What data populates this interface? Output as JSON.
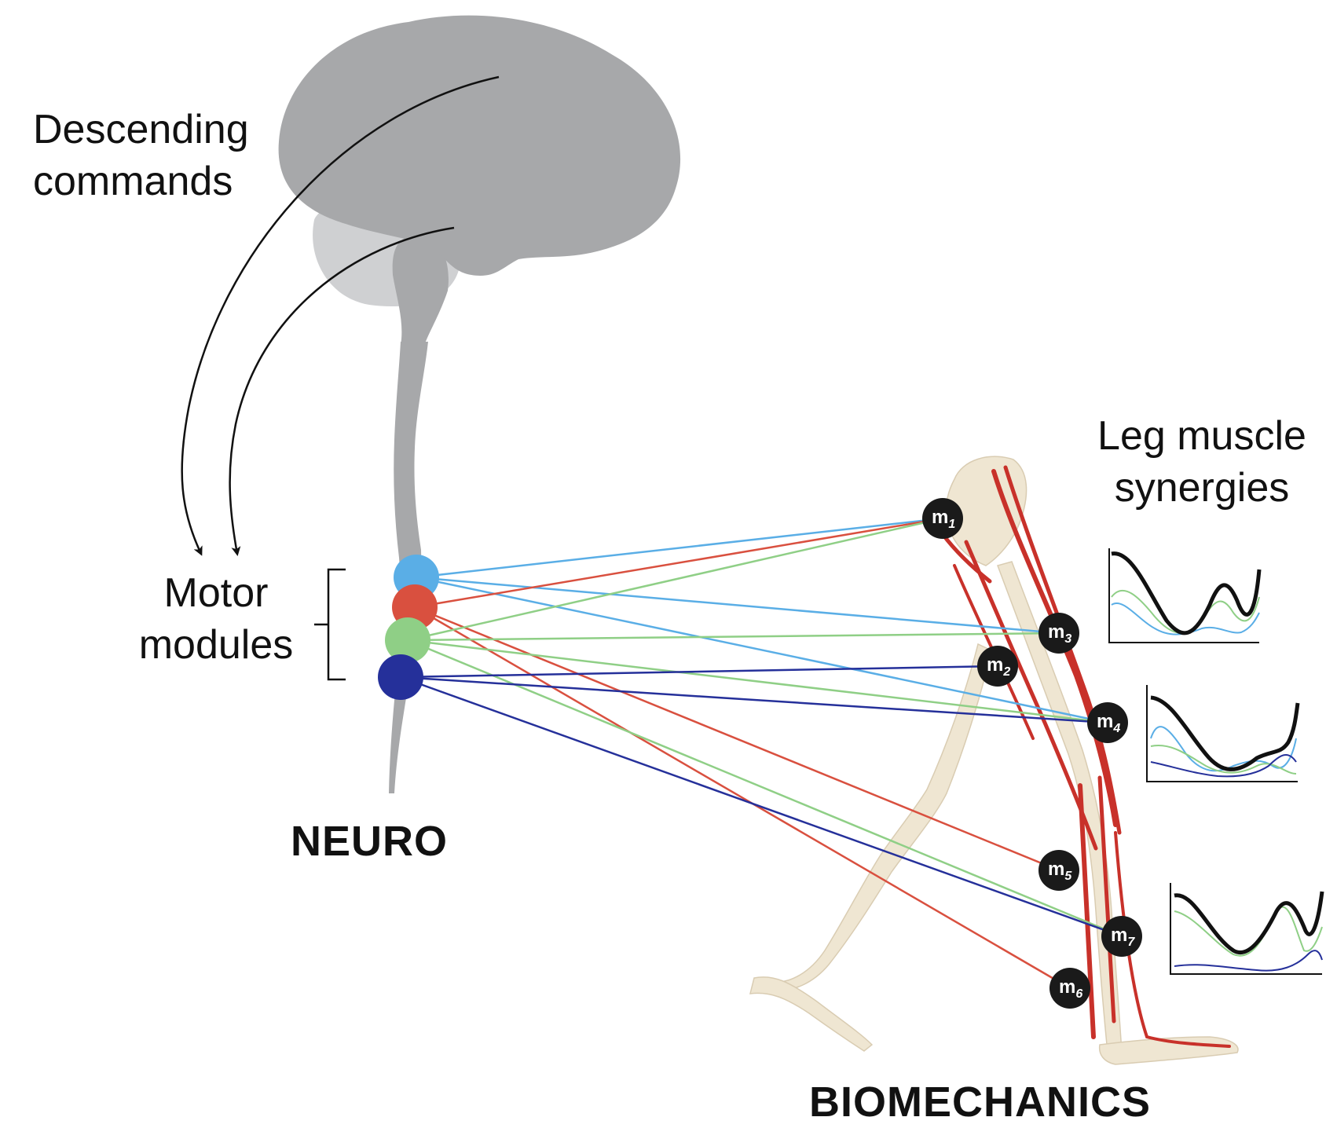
{
  "labels": {
    "descending": [
      "Descending",
      "commands"
    ],
    "motor_modules": [
      "Motor",
      "modules"
    ],
    "synergies": [
      "Leg muscle",
      "synergies"
    ],
    "neuro": "NEURO",
    "biomechanics": "BIOMECHANICS"
  },
  "colors": {
    "module_light_blue": "#5aaee6",
    "module_red": "#d9503f",
    "module_green": "#8fcf86",
    "module_dark_blue": "#25309a",
    "brain": "#a7a8aa",
    "cerebellum": "#cfd0d2",
    "node": "#1a1a1a",
    "muscle": "#c8312a",
    "bone": "#efe6d2"
  },
  "muscle_nodes": [
    {
      "id": "m1",
      "base": "m",
      "sub": "1"
    },
    {
      "id": "m2",
      "base": "m",
      "sub": "2"
    },
    {
      "id": "m3",
      "base": "m",
      "sub": "3"
    },
    {
      "id": "m4",
      "base": "m",
      "sub": "4"
    },
    {
      "id": "m5",
      "base": "m",
      "sub": "5"
    },
    {
      "id": "m6",
      "base": "m",
      "sub": "6"
    },
    {
      "id": "m7",
      "base": "m",
      "sub": "7"
    }
  ],
  "connections": [
    {
      "module": "light_blue",
      "to": [
        "m1",
        "m3",
        "m4"
      ]
    },
    {
      "module": "red",
      "to": [
        "m1",
        "m5",
        "m6"
      ]
    },
    {
      "module": "green",
      "to": [
        "m1",
        "m3",
        "m4",
        "m7"
      ]
    },
    {
      "module": "dark_blue",
      "to": [
        "m2",
        "m4",
        "m7"
      ]
    }
  ]
}
